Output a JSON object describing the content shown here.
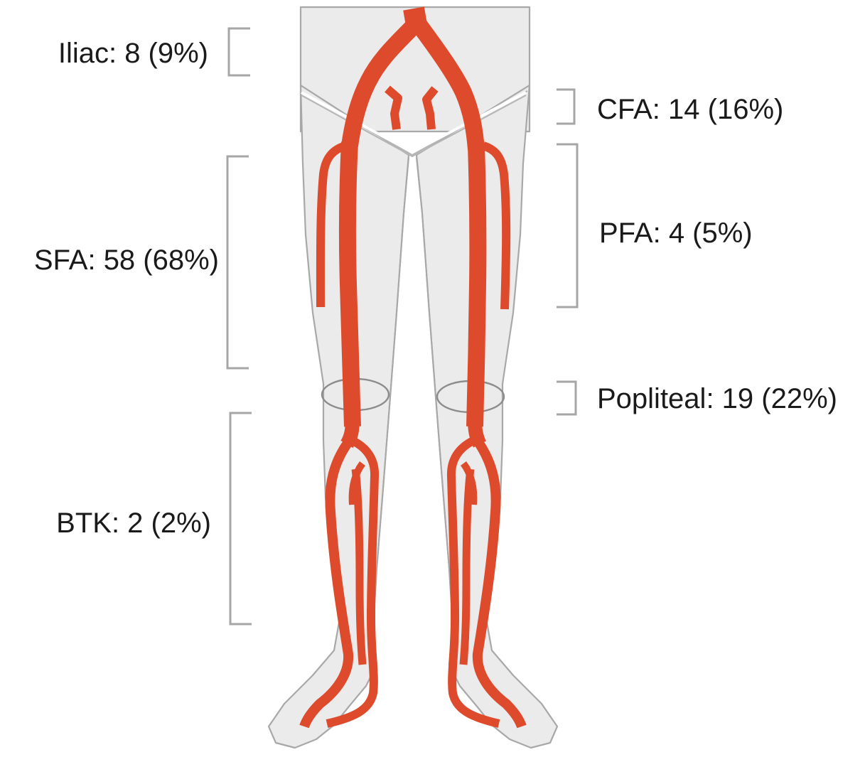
{
  "colors": {
    "artery": "#de4a2c",
    "body_fill": "#ebebeb",
    "body_outline": "#a8a8a8",
    "bracket": "#a6a6a6",
    "text": "#1a1a1a"
  },
  "segments": [
    {
      "id": "iliac",
      "text": "Iliac: 8 (9%)",
      "count": 8,
      "percent": 9
    },
    {
      "id": "cfa",
      "text": "CFA: 14 (16%)",
      "count": 14,
      "percent": 16
    },
    {
      "id": "pfa",
      "text": "PFA: 4 (5%)",
      "count": 4,
      "percent": 5
    },
    {
      "id": "sfa",
      "text": "SFA: 58 (68%)",
      "count": 58,
      "percent": 68
    },
    {
      "id": "popliteal",
      "text": "Popliteal: 19 (22%)",
      "count": 19,
      "percent": 22
    },
    {
      "id": "btk",
      "text": "BTK: 2 (2%)",
      "count": 2,
      "percent": 2
    }
  ]
}
